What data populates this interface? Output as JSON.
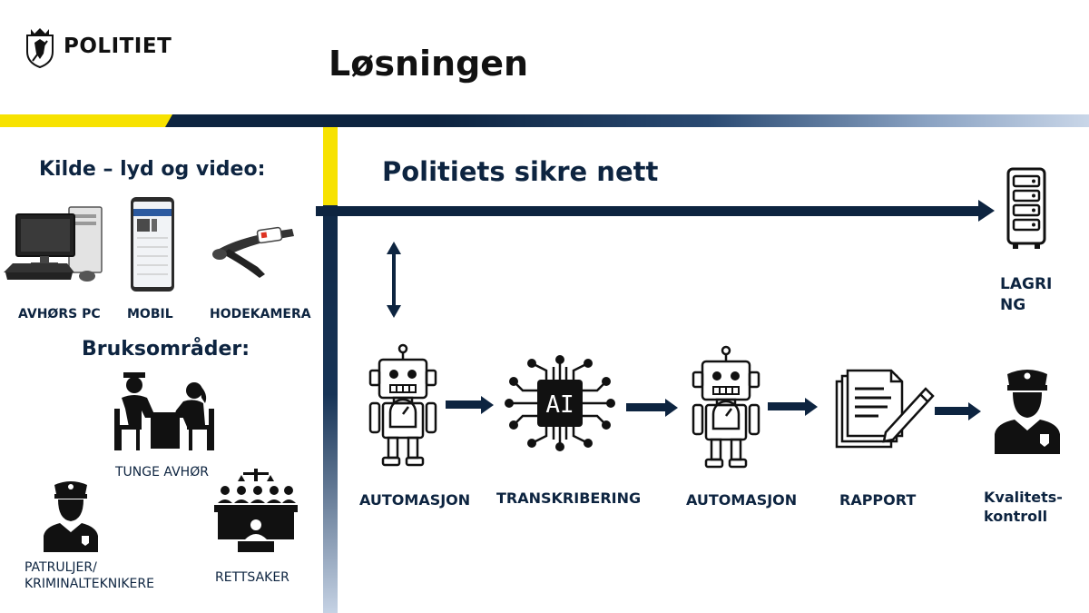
{
  "header": {
    "logo_text": "POLITIET",
    "title": "Løsningen"
  },
  "network": {
    "label": "Politiets sikre nett"
  },
  "sources": {
    "heading": "Kilde – lyd og video:",
    "items": [
      {
        "label": "AVHØRS PC",
        "icon": "desktop-pc-icon"
      },
      {
        "label": "MOBIL",
        "icon": "mobile-phone-icon"
      },
      {
        "label": "HODEKAMERA",
        "icon": "head-camera-icon"
      }
    ]
  },
  "usage": {
    "heading": "Bruksområder:",
    "items": [
      {
        "label": "TUNGE AVHØR",
        "icon": "interrogation-icon"
      },
      {
        "label_line1": "PATRULJER/",
        "label_line2": "KRIMINALTEKNIKERE",
        "icon": "police-officer-icon"
      },
      {
        "label": "RETTSAKER",
        "icon": "courtroom-icon"
      }
    ]
  },
  "storage": {
    "line1": "LAGRI",
    "line2": "NG",
    "icon": "server-icon"
  },
  "flow": {
    "steps": [
      {
        "label": "AUTOMASJON",
        "icon": "robot-icon"
      },
      {
        "label": "TRANSKRIBERING",
        "icon": "ai-chip-icon"
      },
      {
        "label": "AUTOMASJON",
        "icon": "robot-icon"
      },
      {
        "label": "RAPPORT",
        "icon": "report-document-icon"
      },
      {
        "label_line1": "Kvalitets-",
        "label_line2": "kontroll",
        "icon": "police-officer-icon"
      }
    ]
  },
  "colors": {
    "navy": "#0d2440",
    "yellow": "#f7e200",
    "light_blue": "#c5d2e4"
  }
}
